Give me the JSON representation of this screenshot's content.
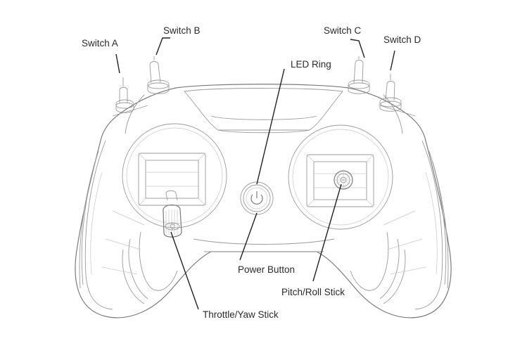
{
  "diagram": {
    "labels": {
      "switch_a": "Switch A",
      "switch_b": "Switch B",
      "switch_c": "Switch C",
      "switch_d": "Switch D",
      "led_ring": "LED Ring",
      "power_button": "Power Button",
      "throttle_yaw_stick": "Throttle/Yaw Stick",
      "pitch_roll_stick": "Pitch/Roll Stick"
    }
  }
}
